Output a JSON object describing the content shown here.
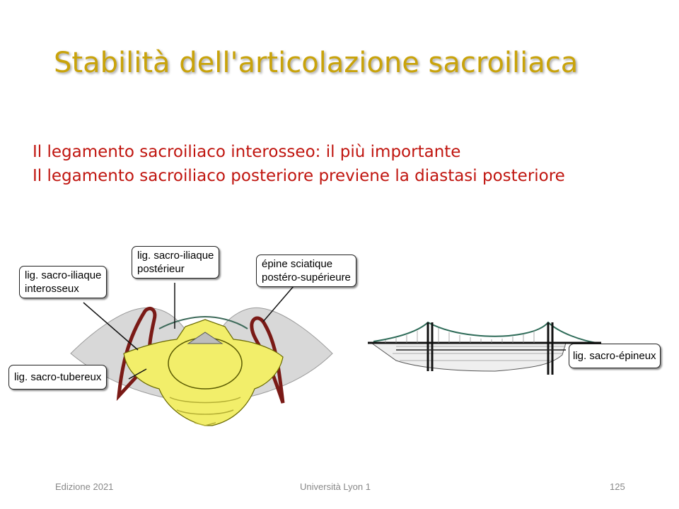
{
  "slide": {
    "title": "Stabilità dell'articolazione sacroiliaca",
    "lines": [
      "Il legamento sacroiliaco interosseo: il più importante",
      "Il legamento sacroiliaco posteriore previene la diastasi posteriore"
    ]
  },
  "figure": {
    "labels": {
      "interosseux_line1": "lig. sacro-iliaque",
      "interosseux_line2": "interosseux",
      "posterieur_line1": "lig. sacro-iliaque",
      "posterieur_line2": "postérieur",
      "epine_line1": "épine sciatique",
      "epine_line2": "postéro-supérieure",
      "tubereux": "lig. sacro-tubereux",
      "epineux": "lig. sacro-épineux"
    },
    "colors": {
      "bone": "#f2ee6a",
      "outline": "#7a1a16",
      "title": "#c9a30a",
      "text": "#c0150f"
    }
  },
  "footer": {
    "edition": "Edizione 2021",
    "university": "Università  Lyon 1",
    "page_number": "125"
  }
}
